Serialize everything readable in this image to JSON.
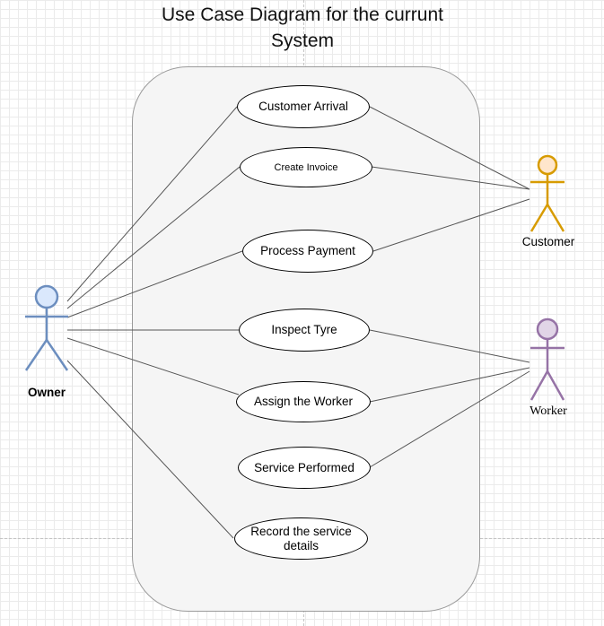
{
  "title": "Use Case Diagram for the currunt System",
  "actors": [
    {
      "id": "owner",
      "label": "Owner",
      "color": "#6c8ebf",
      "fill": "#dae8fc"
    },
    {
      "id": "customer",
      "label": "Customer",
      "color": "#d79b00",
      "fill": "#ffe6cc"
    },
    {
      "id": "worker",
      "label": "Worker",
      "color": "#9673a6",
      "fill": "#e1d5e7"
    }
  ],
  "use_cases": [
    {
      "id": "customer-arrival",
      "label": "Customer Arrival"
    },
    {
      "id": "create-invoice",
      "label": "Create Invoice"
    },
    {
      "id": "process-payment",
      "label": "Process Payment"
    },
    {
      "id": "inspect-tyre",
      "label": "Inspect Tyre"
    },
    {
      "id": "assign-worker",
      "label": "Assign the Worker"
    },
    {
      "id": "service-performed",
      "label": "Service Performed"
    },
    {
      "id": "record-service",
      "label": "Record the service details"
    }
  ],
  "associations": [
    {
      "actor": "owner",
      "use_case": "customer-arrival"
    },
    {
      "actor": "owner",
      "use_case": "create-invoice"
    },
    {
      "actor": "owner",
      "use_case": "process-payment"
    },
    {
      "actor": "owner",
      "use_case": "inspect-tyre"
    },
    {
      "actor": "owner",
      "use_case": "assign-worker"
    },
    {
      "actor": "owner",
      "use_case": "record-service"
    },
    {
      "actor": "customer",
      "use_case": "customer-arrival"
    },
    {
      "actor": "customer",
      "use_case": "create-invoice"
    },
    {
      "actor": "customer",
      "use_case": "process-payment"
    },
    {
      "actor": "worker",
      "use_case": "inspect-tyre"
    },
    {
      "actor": "worker",
      "use_case": "assign-worker"
    },
    {
      "actor": "worker",
      "use_case": "service-performed"
    }
  ]
}
